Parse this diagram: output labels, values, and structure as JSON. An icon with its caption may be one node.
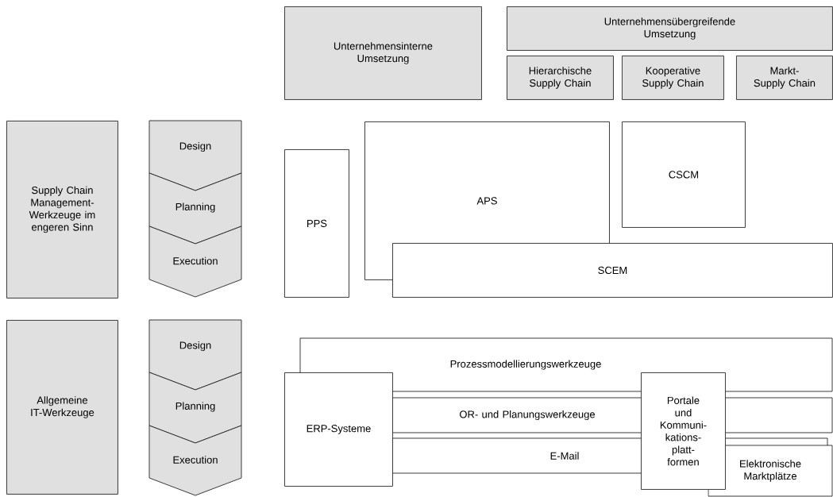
{
  "diagram": {
    "nodes": [
      {
        "text": [
          "Unternehmensinterne Umsetzung"
        ]
      },
      {
        "text": [
          "Unternehmensübergreifende Umsetzung"
        ]
      },
      {
        "text": [
          "Hierarchische Supply Chain"
        ]
      },
      {
        "text": [
          "Kooperative Supply Chain"
        ]
      },
      {
        "text": [
          "Markt- Supply Chain"
        ]
      },
      {
        "text": [
          "Supply Chain Management- Werkzeuge im engeren Sinn"
        ]
      },
      {
        "text": [
          "Design"
        ]
      },
      {
        "text": [
          "Planning"
        ]
      },
      {
        "text": [
          "Execution"
        ]
      },
      {
        "text": [
          "PPS"
        ]
      },
      {
        "text": [
          "APS"
        ]
      },
      {
        "text": [
          "CSCM"
        ]
      },
      {
        "text": [
          "SCEM"
        ]
      },
      {
        "text": [
          "Allgemeine IT-Werkzeuge"
        ]
      },
      {
        "text": [
          "Design"
        ]
      },
      {
        "text": [
          "Planning"
        ]
      },
      {
        "text": [
          "Execution"
        ]
      },
      {
        "text": [
          "Prozessmodellierungswerkzeuge"
        ]
      },
      {
        "text": [
          "ERP-Systeme"
        ]
      },
      {
        "text": [
          "OR- und Planungswerkzeuge"
        ]
      },
      {
        "text": [
          "E-Mail"
        ]
      },
      {
        "text": [
          "Elektronische Marktplätze"
        ]
      },
      {
        "text": [
          "Portale und Kommuni- kations- platt- formen"
        ]
      }
    ]
  }
}
